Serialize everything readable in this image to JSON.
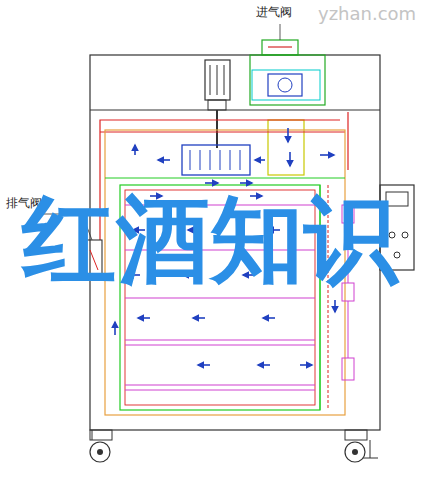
{
  "diagram": {
    "labels": [
      "进气阀",
      "排气阀",
      "红酒知识",
      "yzhan.com"
    ]
  }
}
